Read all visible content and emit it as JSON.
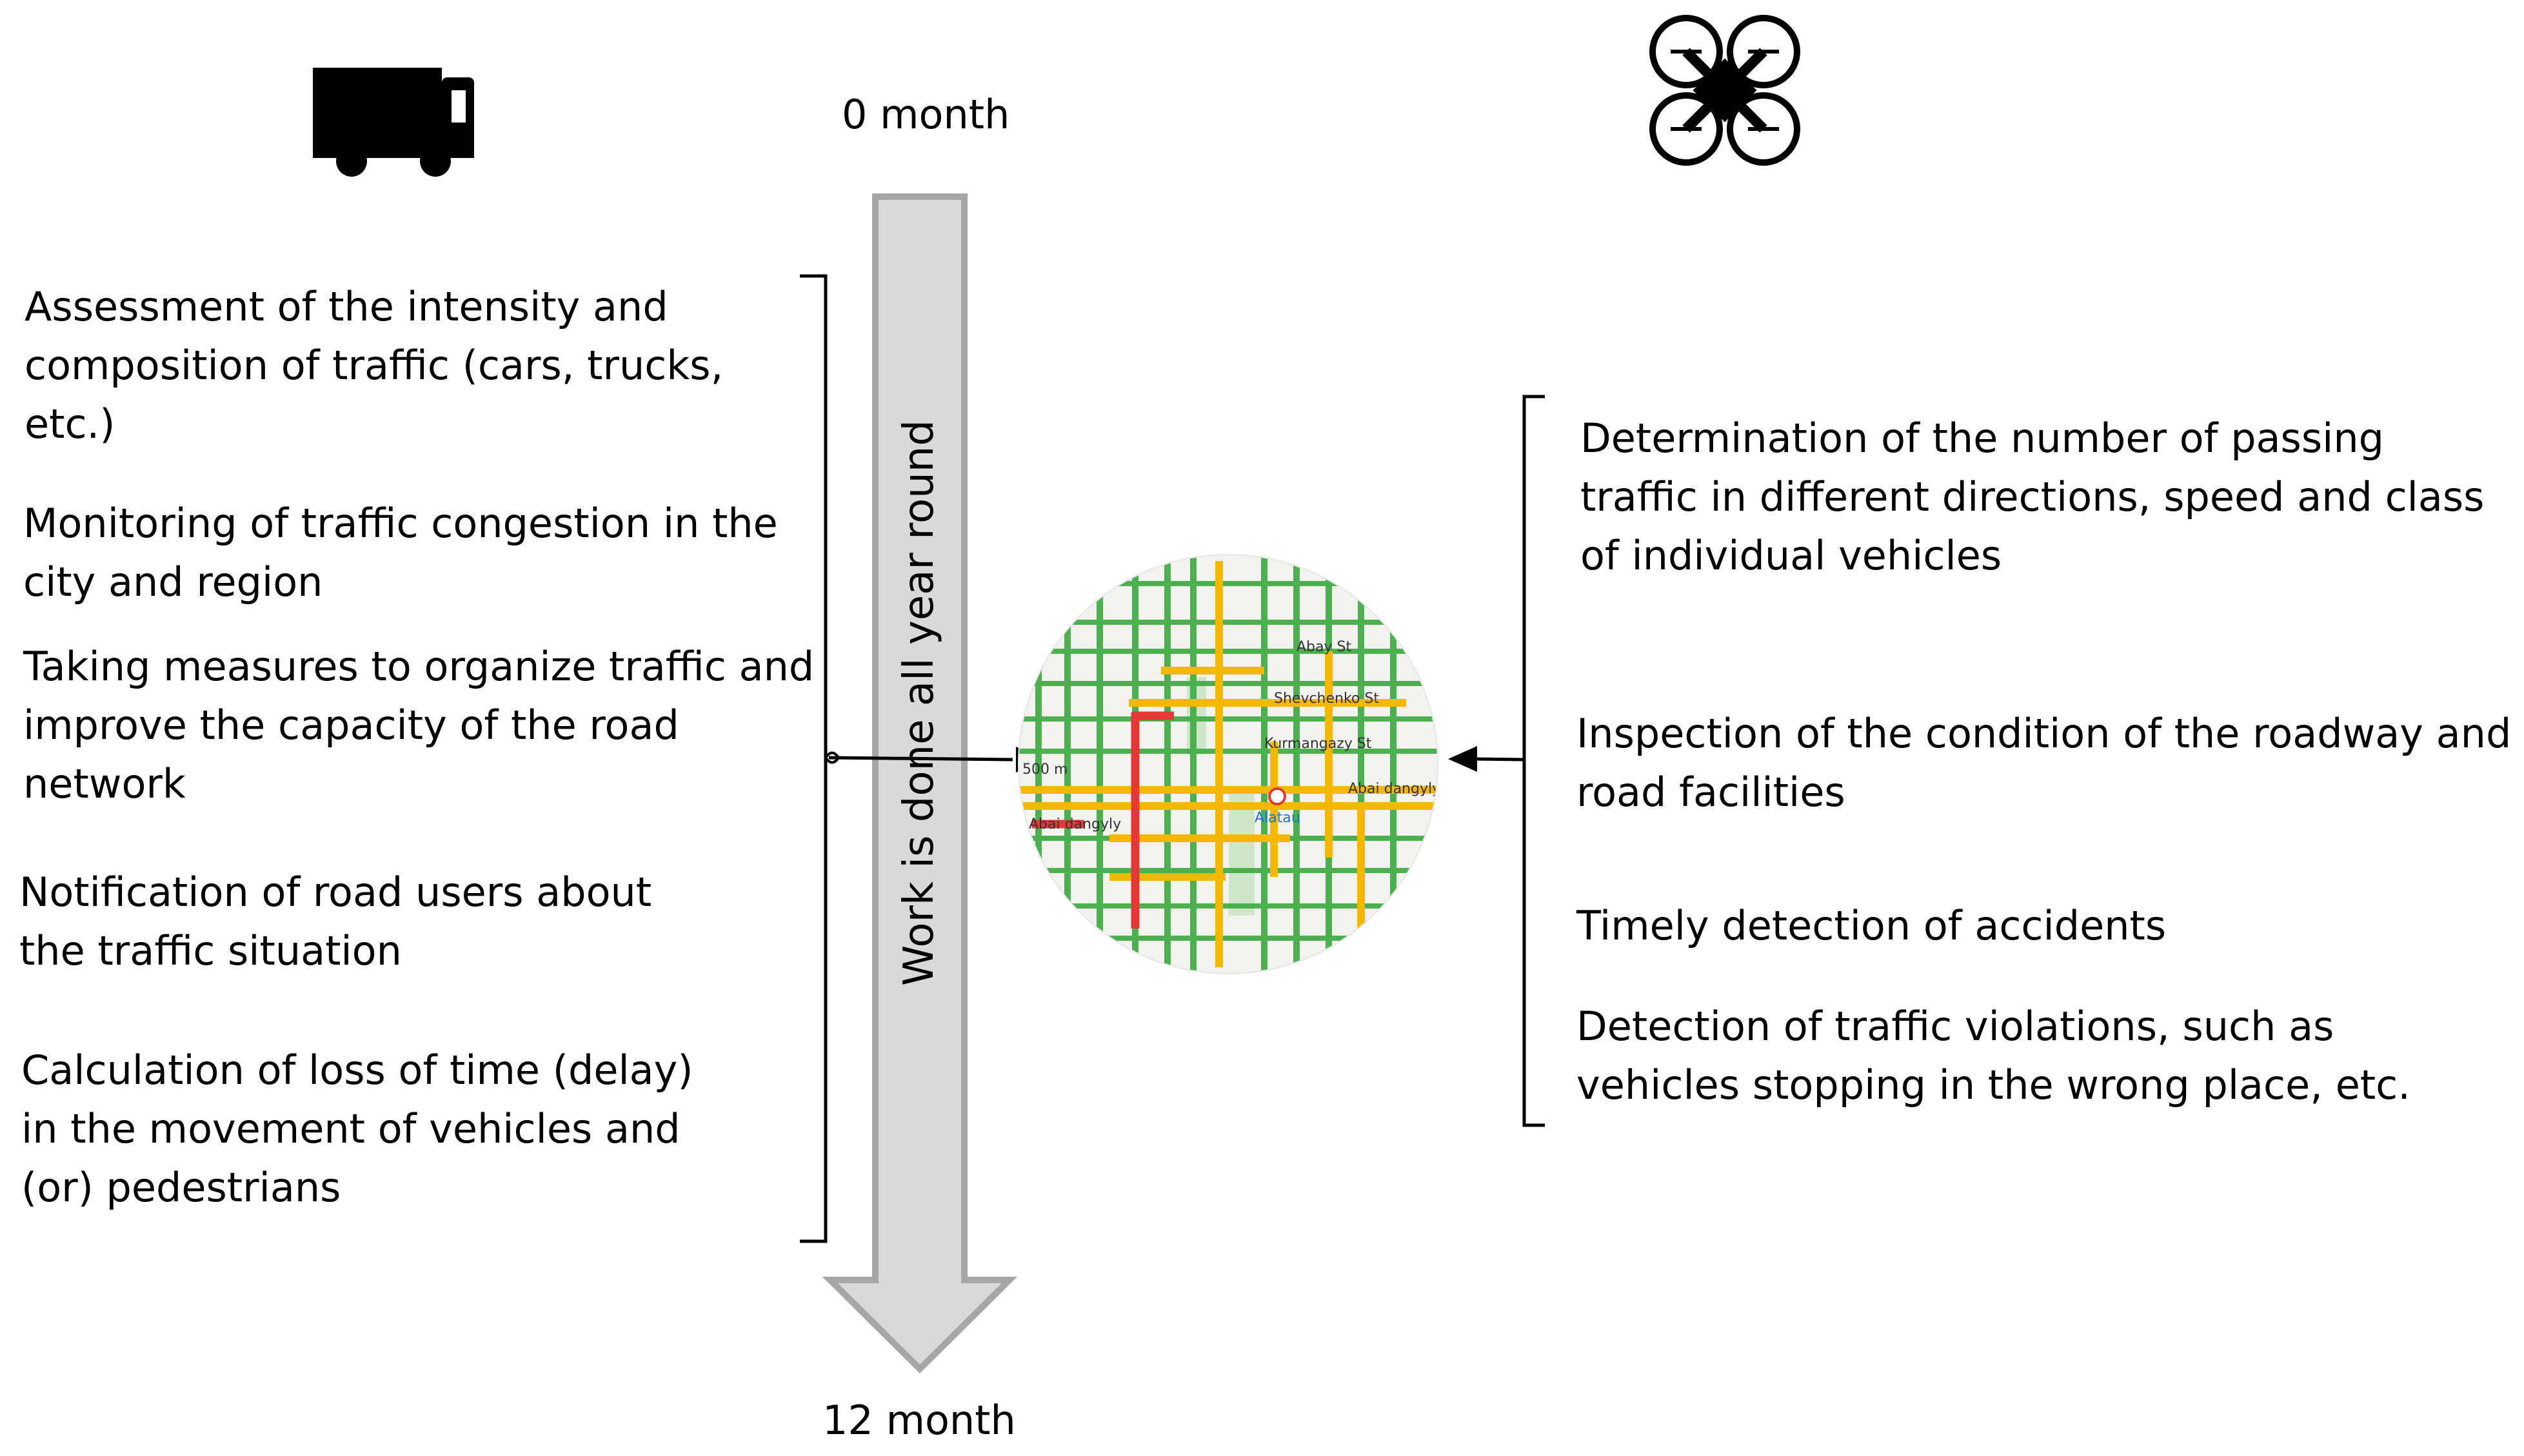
{
  "timeline": {
    "start_label": "0 month",
    "end_label": "12 month",
    "arrow_text": "Work is done all year round"
  },
  "left_column": {
    "icon": "truck-icon",
    "items": [
      "Assessment of the intensity and\ncomposition of traffic (cars, trucks,\netc.)",
      "Monitoring of traffic congestion in the\ncity and region",
      "Taking measures to organize traffic and\nimprove the capacity of the road\nnetwork",
      "Notification of road users about\nthe traffic situation",
      "Calculation of loss of time (delay)\nin the movement of vehicles and\n(or) pedestrians"
    ]
  },
  "right_column": {
    "icon": "drone-icon",
    "items": [
      "Determination of the number of passing\ntraffic in different directions, speed and class\nof individual vehicles",
      "Inspection of the condition of the roadway and\nroad facilities",
      "Timely detection of accidents",
      "Detection of traffic violations, such as\nvehicles stopping in the wrong place, etc."
    ]
  },
  "map": {
    "icon": "traffic-map-icon",
    "labels": {
      "street_1": "Abay St",
      "street_2": "Shevchenko St",
      "street_3": "Kurmangazy St",
      "street_4": "Abai dangyly",
      "metro": "Alatau",
      "scale": "500 m"
    }
  },
  "colors": {
    "arrow_fill": "#d9d9d9",
    "arrow_stroke": "#a6a6a6",
    "traffic_green": "#4caf50",
    "traffic_yellow": "#f5b800",
    "traffic_red": "#e53935"
  }
}
